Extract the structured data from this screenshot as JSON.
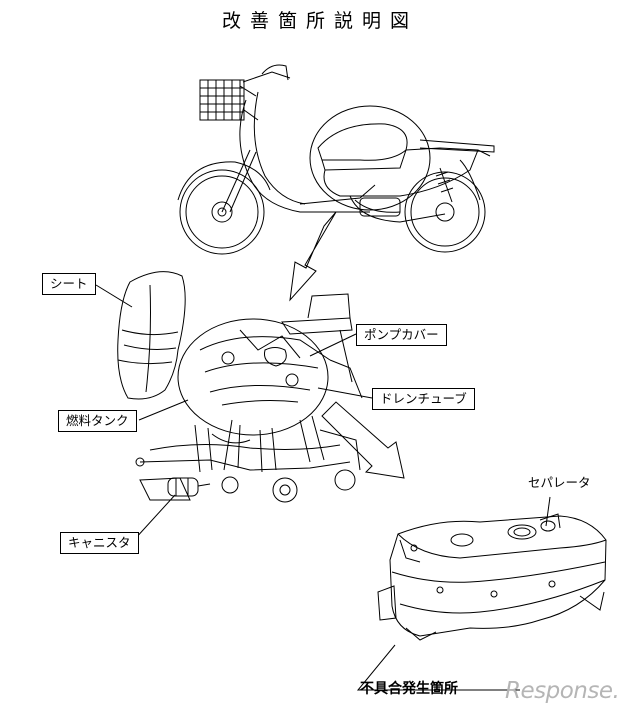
{
  "title": "改善箇所説明図",
  "labels": {
    "seat": "シート",
    "pump_cover": "ポンプカバー",
    "drain_tube": "ドレンチューブ",
    "fuel_tank": "燃料タンク",
    "canister": "キャニスタ",
    "separator": "セパレータ",
    "defect_location": "不具合発生箇所"
  },
  "watermark": "Response."
}
